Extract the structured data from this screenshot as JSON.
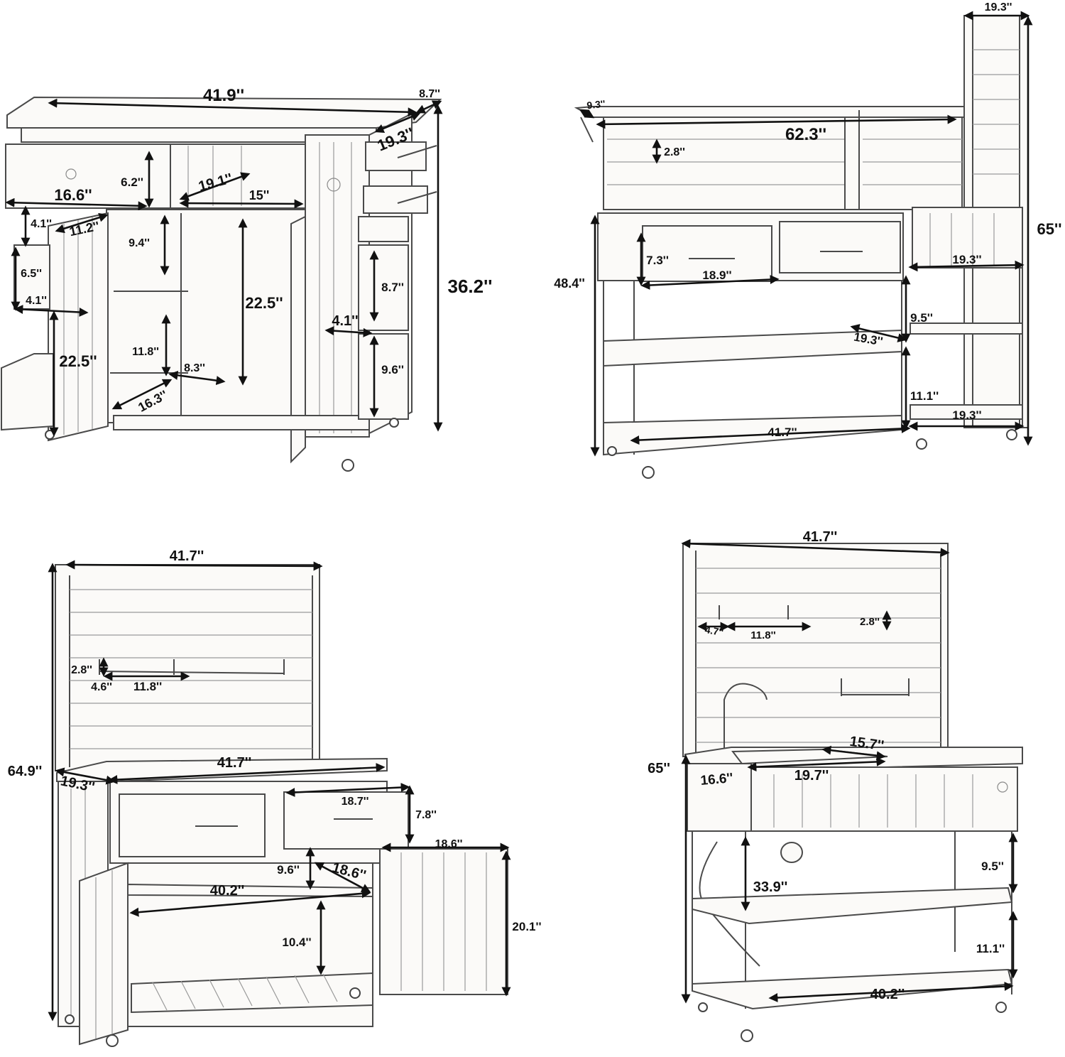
{
  "colors": {
    "ink": "#111111",
    "sketch": "#4a4a4a",
    "paper": "#ffffff"
  },
  "panels": {
    "top_left": {
      "dims": {
        "width": "41.9''",
        "depth_side": "8.7''",
        "depth": "19.3''",
        "drawer_width": "16.6''",
        "drawer_height": "6.2''",
        "shelf_depth": "19.1''",
        "shelf_width": "15''",
        "gap": "4.1''",
        "door_width": "11.2''",
        "shelf_gap": "9.4''",
        "bin_height": "6.5''",
        "bin_width": "4.1''",
        "door_height": "22.5''",
        "inner_height": "22.5''",
        "lower_gap": "11.8''",
        "shelf_inner": "8.3''",
        "base_depth": "16.3''",
        "height": "36.2''",
        "side_width": "4.1''",
        "side_upper": "8.7''",
        "side_lower": "9.6''"
      }
    },
    "top_right": {
      "dims": {
        "tower_width": "19.3''",
        "top_depth": "9.3''",
        "width": "62.3''",
        "slat_gap": "2.8''",
        "height": "65''",
        "left_height": "48.4''",
        "drawer_height": "7.3''",
        "drawer_width": "18.9''",
        "right_width": "19.3''",
        "shelf_gap": "9.5''",
        "shelf_depth": "19.3''",
        "lower_gap": "11.1''",
        "base_right": "19.3''",
        "base_width": "41.7''"
      }
    },
    "bottom_left": {
      "dims": {
        "top_width": "41.7''",
        "hook_gap": "2.8''",
        "hook_depth": "4.6''",
        "hook_width": "11.8''",
        "height": "64.9''",
        "depth": "19.3''",
        "counter_width": "41.7''",
        "drawer_width": "18.7''",
        "drawer_height": "7.8''",
        "door_width": "18.6''",
        "gap": "9.6''",
        "shelf_depth": "18.6''",
        "shelf_width": "40.2''",
        "door_height": "20.1''",
        "lower_gap": "10.4''"
      }
    },
    "bottom_right": {
      "dims": {
        "top_width": "41.7''",
        "hook_depth": "4.7''",
        "hook_width": "11.8''",
        "hook_gap": "2.8''",
        "sink_depth": "15.7''",
        "height": "65''",
        "depth": "16.6''",
        "sink_width": "19.7''",
        "shelf_gap": "9.5''",
        "inner_width": "33.9''",
        "lower_gap": "11.1''",
        "base_width": "40.2''"
      }
    }
  }
}
